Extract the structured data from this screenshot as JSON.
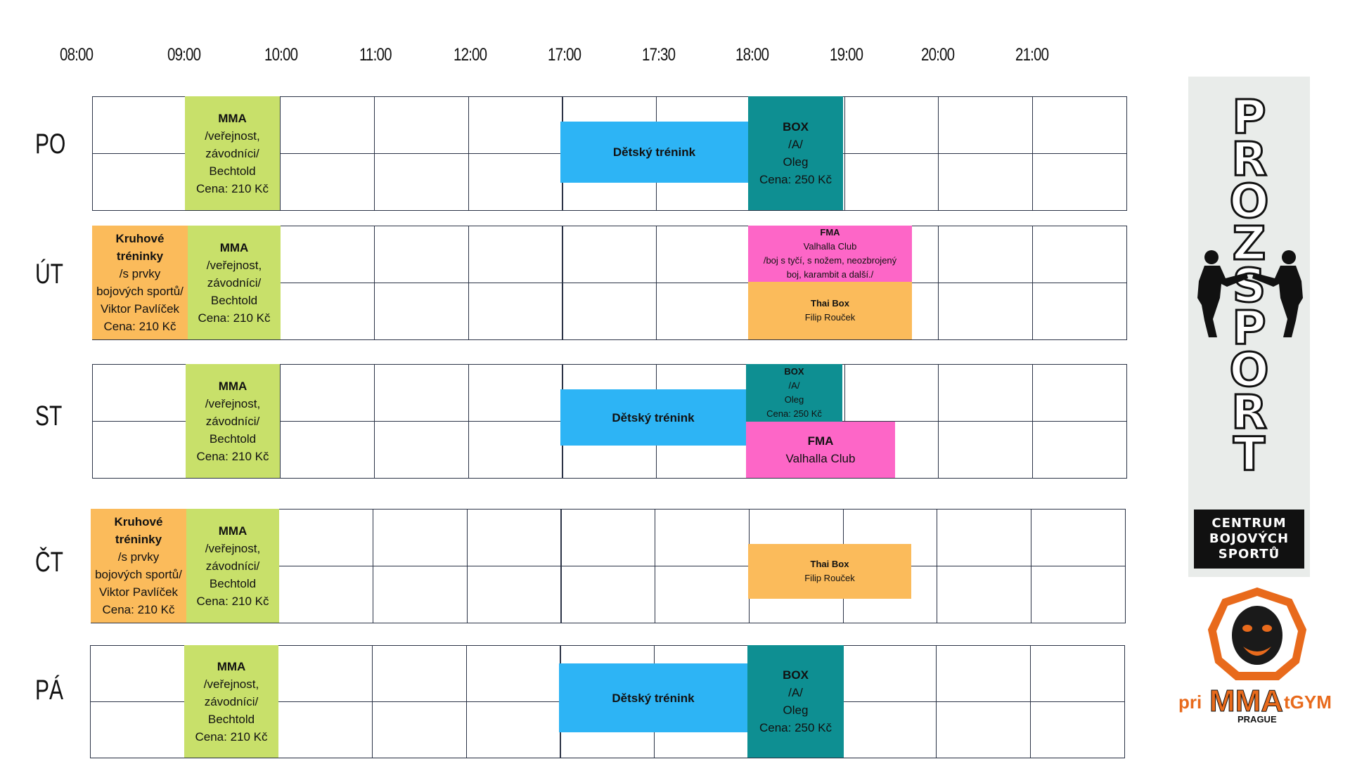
{
  "times": [
    "08:00",
    "09:00",
    "10:00",
    "11:00",
    "12:00",
    "17:00",
    "17:30",
    "18:00",
    "19:00",
    "20:00",
    "21:00"
  ],
  "days": [
    "PO",
    "ÚT",
    "ST",
    "ČT",
    "PÁ"
  ],
  "blocks": {
    "po_mma": {
      "title": "MMA",
      "lines": [
        "/veřejnost,",
        "závodníci/",
        "Bechtold",
        "Cena: 210 Kč"
      ]
    },
    "po_kids": {
      "title": "Dětský trénink"
    },
    "po_box": {
      "title": "BOX",
      "lines": [
        "/A/",
        "Oleg",
        "Cena: 250 Kč"
      ]
    },
    "ut_kruh": {
      "title": "Kruhové",
      "title2": "tréninky",
      "lines": [
        "/s prvky",
        "bojových sportů/",
        "Viktor Pavlíček",
        "Cena: 210 Kč"
      ]
    },
    "ut_mma": {
      "title": "MMA",
      "lines": [
        "/veřejnost,",
        "závodníci/",
        "Bechtold",
        "Cena: 210 Kč"
      ]
    },
    "ut_fma": {
      "title": "FMA",
      "lines": [
        "Valhalla Club",
        "/boj s tyčí, s nožem, neozbrojený",
        "boj, karambit a další./"
      ]
    },
    "ut_thai": {
      "title": "Thai Box",
      "lines": [
        "Filip Rouček"
      ]
    },
    "st_mma": {
      "title": "MMA",
      "lines": [
        "/veřejnost,",
        "závodníci/",
        "Bechtold",
        "Cena: 210 Kč"
      ]
    },
    "st_kids": {
      "title": "Dětský trénink"
    },
    "st_box": {
      "title": "BOX",
      "lines": [
        "/A/",
        "Oleg",
        "Cena: 250 Kč"
      ]
    },
    "st_fma": {
      "title": "FMA",
      "lines": [
        "Valhalla Club"
      ]
    },
    "ct_kruh": {
      "title": "Kruhové",
      "title2": "tréninky",
      "lines": [
        "/s prvky",
        "bojových sportů/",
        "Viktor Pavlíček",
        "Cena: 210 Kč"
      ]
    },
    "ct_mma": {
      "title": "MMA",
      "lines": [
        "/veřejnost,",
        "závodníci/",
        "Bechtold",
        "Cena: 210 Kč"
      ]
    },
    "ct_thai": {
      "title": "Thai Box",
      "lines": [
        "Filip Rouček"
      ]
    },
    "pa_mma": {
      "title": "MMA",
      "lines": [
        "/veřejnost,",
        "závodníci/",
        "Bechtold",
        "Cena: 210 Kč"
      ]
    },
    "pa_kids": {
      "title": "Dětský trénink"
    },
    "pa_box": {
      "title": "BOX",
      "lines": [
        "/A/",
        "Oleg",
        "Cena: 250 Kč"
      ]
    }
  },
  "logo": {
    "brand_letters": [
      "P",
      "R",
      "O",
      "Z",
      "S",
      "P",
      "O",
      "R",
      "T"
    ],
    "box_lines": [
      "CENTRUM",
      "BOJOVÝCH",
      "SPORTŮ"
    ]
  },
  "gym_logo": {
    "pre": "pri",
    "mid": "MMA",
    "post": "tGYM",
    "city": "PRAGUE"
  },
  "colors": {
    "mma": "#c8e06a",
    "kruh": "#fbbb5b",
    "kids": "#2db4f5",
    "box": "#0e8f92",
    "fma": "#fd66c7",
    "thai": "#fbbb5b",
    "grid": "#2b3346"
  }
}
